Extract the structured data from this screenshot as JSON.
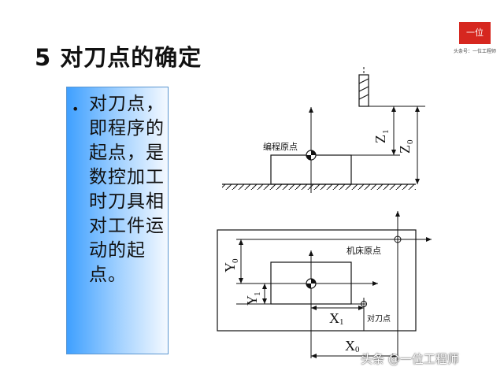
{
  "title": "5 对刀点的确定",
  "body_text": {
    "bullet": "•",
    "text": "对刀点，即程序的起点，是数控加工时刀具相对工件运动的起点。"
  },
  "logo": {
    "text": "一位",
    "subtitle": "头条号：一位工程师"
  },
  "diagram_labels": {
    "program_origin": "编程原点",
    "machine_origin": "机床原点",
    "tool_setting_point": "对刀点",
    "z1": "Z",
    "z1_sub": "1",
    "z0": "Z",
    "z0_sub": "0",
    "y0": "Y",
    "y0_sub": "0",
    "y1": "Y",
    "y1_sub": "1",
    "x1": "X",
    "x1_sub": "1",
    "x0": "X",
    "x0_sub": "0"
  },
  "watermark": "头条 @一位工程师"
}
